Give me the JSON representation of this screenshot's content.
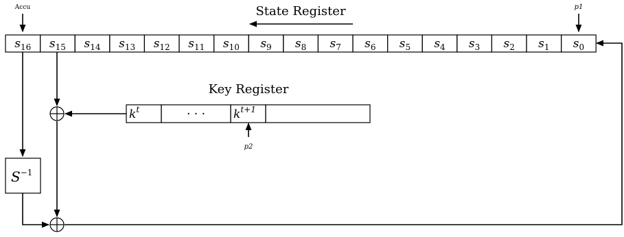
{
  "title": "State Register",
  "key_title": "Key Register",
  "accu_label": "Accu",
  "p1_label": "p1",
  "p2_label": "p2",
  "sbox": {
    "base": "S",
    "sup": "−1"
  },
  "state_cells": [
    {
      "base": "s",
      "sub": "16"
    },
    {
      "base": "s",
      "sub": "15"
    },
    {
      "base": "s",
      "sub": "14"
    },
    {
      "base": "s",
      "sub": "13"
    },
    {
      "base": "s",
      "sub": "12"
    },
    {
      "base": "s",
      "sub": "11"
    },
    {
      "base": "s",
      "sub": "10"
    },
    {
      "base": "s",
      "sub": "9"
    },
    {
      "base": "s",
      "sub": "8"
    },
    {
      "base": "s",
      "sub": "7"
    },
    {
      "base": "s",
      "sub": "6"
    },
    {
      "base": "s",
      "sub": "5"
    },
    {
      "base": "s",
      "sub": "4"
    },
    {
      "base": "s",
      "sub": "3"
    },
    {
      "base": "s",
      "sub": "2"
    },
    {
      "base": "s",
      "sub": "1"
    },
    {
      "base": "s",
      "sub": "0"
    }
  ],
  "key_cells": [
    {
      "base": "k",
      "sup": "t"
    },
    {
      "base": "· · ·",
      "sup": ""
    },
    {
      "base": "k",
      "sup": "t+1"
    },
    {
      "base": "",
      "sup": ""
    }
  ]
}
